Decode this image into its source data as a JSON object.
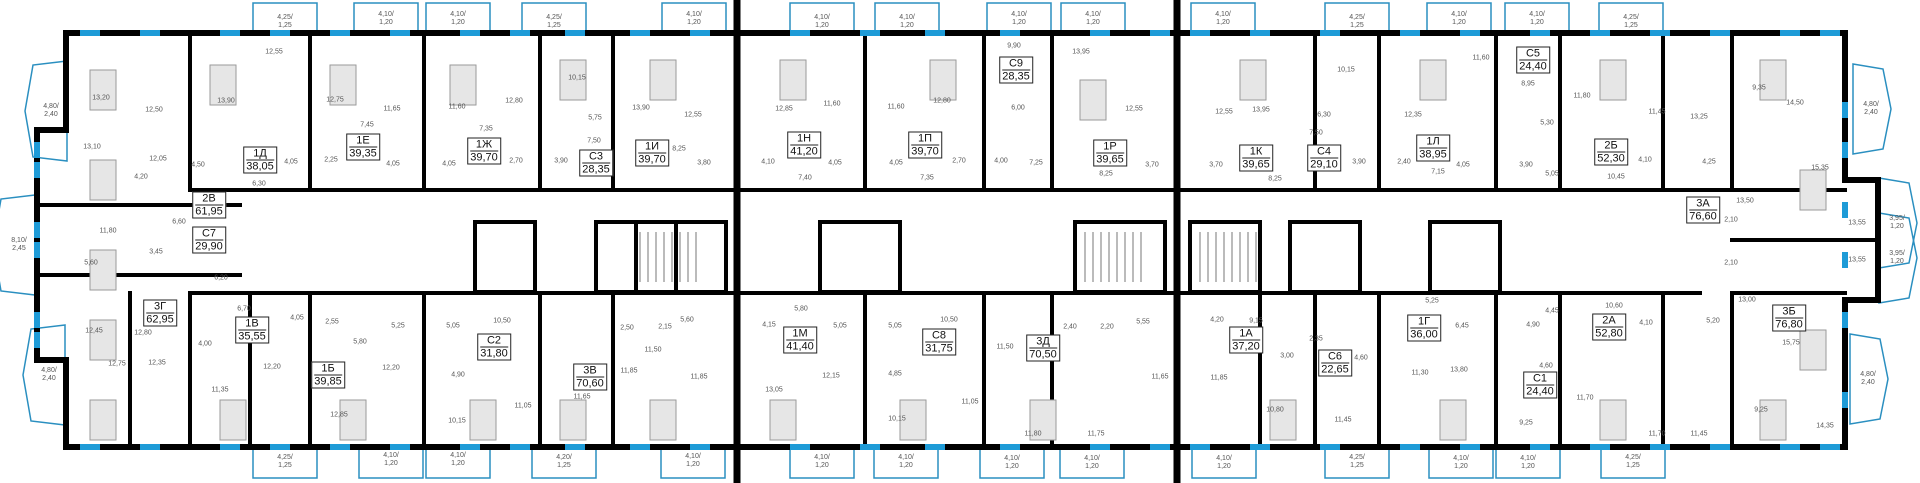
{
  "colors": {
    "wall": "#000000",
    "window": "#1e9bd7",
    "balcony_outline": "#2a8fc0",
    "furniture": "#9a9a9a",
    "label_text": "#111111"
  },
  "apartments": [
    {
      "code": "1Д",
      "area": "38,05"
    },
    {
      "code": "1Е",
      "area": "39,35"
    },
    {
      "code": "1Ж",
      "area": "39,70"
    },
    {
      "code": "С3",
      "area": "28,35"
    },
    {
      "code": "2В",
      "area": "61,95"
    },
    {
      "code": "С7",
      "area": "29,90"
    },
    {
      "code": "3Г",
      "area": "62,95"
    },
    {
      "code": "1В",
      "area": "35,55"
    },
    {
      "code": "1Б",
      "area": "39,85"
    },
    {
      "code": "С2",
      "area": "31,80"
    },
    {
      "code": "3В",
      "area": "70,60"
    },
    {
      "code": "1И",
      "area": "39,70"
    },
    {
      "code": "1Н",
      "area": "41,20"
    },
    {
      "code": "1П",
      "area": "39,70"
    },
    {
      "code": "1М",
      "area": "41,40"
    },
    {
      "code": "С8",
      "area": "31,75"
    },
    {
      "code": "С9",
      "area": "28,35"
    },
    {
      "code": "1Р",
      "area": "39,65"
    },
    {
      "code": "1К",
      "area": "39,65"
    },
    {
      "code": "С4",
      "area": "29,10"
    },
    {
      "code": "1Л",
      "area": "38,95"
    },
    {
      "code": "С5",
      "area": "24,40"
    },
    {
      "code": "2Б",
      "area": "52,30"
    },
    {
      "code": "3А",
      "area": "76,60"
    },
    {
      "code": "3Б",
      "area": "76,80"
    },
    {
      "code": "2А",
      "area": "52,80"
    },
    {
      "code": "1Г",
      "area": "36,00"
    },
    {
      "code": "1А",
      "area": "37,20"
    },
    {
      "code": "С6",
      "area": "22,65"
    },
    {
      "code": "С1",
      "area": "24,40"
    },
    {
      "code": "3Д",
      "area": "70,50"
    }
  ],
  "balconies": [
    {
      "area": "4,80/",
      "width": "2,40"
    },
    {
      "area": "8,10/",
      "width": "2,45"
    },
    {
      "area": "4,80/",
      "width": "2,40"
    },
    {
      "area": "4,25/",
      "width": "1,25"
    },
    {
      "area": "4,10/",
      "width": "1,20"
    },
    {
      "area": "4,10/",
      "width": "1,20"
    },
    {
      "area": "4,25/",
      "width": "1,25"
    },
    {
      "area": "4,25/",
      "width": "1,25"
    },
    {
      "area": "4,10/",
      "width": "1,20"
    },
    {
      "area": "4,10/",
      "width": "1,20"
    },
    {
      "area": "4,20/",
      "width": "1,25"
    },
    {
      "area": "4,10/",
      "width": "1,20"
    },
    {
      "area": "4,10/",
      "width": "1,20"
    },
    {
      "area": "4,10/",
      "width": "1,20"
    },
    {
      "area": "4,10/",
      "width": "1,20"
    },
    {
      "area": "4,10/",
      "width": "1,20"
    },
    {
      "area": "4,10/",
      "width": "1,20"
    },
    {
      "area": "4,10/",
      "width": "1,20"
    },
    {
      "area": "4,10/",
      "width": "1,20"
    },
    {
      "area": "4,10/",
      "width": "1,20"
    },
    {
      "area": "4,25/",
      "width": "1,25"
    },
    {
      "area": "4,10/",
      "width": "1,20"
    },
    {
      "area": "4,10/",
      "width": "1,20"
    },
    {
      "area": "4,25/",
      "width": "1,25"
    },
    {
      "area": "4,80/",
      "width": "2,40"
    },
    {
      "area": "3,95/",
      "width": "1,20"
    },
    {
      "area": "3,95/",
      "width": "1,20"
    },
    {
      "area": "4,80/",
      "width": "2,40"
    },
    {
      "area": "4,10/",
      "width": "1,20"
    },
    {
      "area": "4,10/",
      "width": "1,20"
    },
    {
      "area": "4,10/",
      "width": "1,20"
    },
    {
      "area": "4,25/",
      "width": "1,25"
    },
    {
      "area": "4,10/",
      "width": "1,20"
    },
    {
      "area": "4,10/",
      "width": "1,20"
    },
    {
      "area": "4,25/",
      "width": "1,25"
    }
  ],
  "rooms": [
    "13,20",
    "12,50",
    "13,90",
    "12,55",
    "12,75",
    "11,65",
    "11,60",
    "12,80",
    "10,15",
    "5,75",
    "7,50",
    "7,45",
    "7,35",
    "13,10",
    "12,05",
    "4,20",
    "4,50",
    "6,30",
    "4,05",
    "2,25",
    "4,05",
    "4,05",
    "2,70",
    "3,90",
    "11,80",
    "6,60",
    "3,45",
    "5,60",
    "6,20",
    "6,70",
    "4,05",
    "2,55",
    "5,25",
    "5,05",
    "10,50",
    "12,45",
    "12,80",
    "4,00",
    "5,80",
    "12,75",
    "12,35",
    "12,20",
    "12,20",
    "4,90",
    "11,35",
    "12,85",
    "10,15",
    "11,05",
    "11,65",
    "13,90",
    "12,55",
    "8,25",
    "3,80",
    "12,85",
    "11,60",
    "11,60",
    "12,80",
    "4,10",
    "4,05",
    "4,05",
    "7,40",
    "7,35",
    "2,70",
    "2,50",
    "2,15",
    "5,60",
    "11,50",
    "11,85",
    "11,85",
    "5,80",
    "4,15",
    "5,05",
    "5,05",
    "10,50",
    "12,15",
    "13,05",
    "4,85",
    "10,15",
    "9,90",
    "13,95",
    "6,00",
    "12,55",
    "4,00",
    "7,25",
    "8,25",
    "3,70",
    "12,55",
    "13,95",
    "10,15",
    "6,30",
    "7,50",
    "3,90",
    "3,70",
    "8,25",
    "12,35",
    "11,60",
    "2,40",
    "7,15",
    "4,05",
    "8,95",
    "5,30",
    "3,90",
    "5,05",
    "11,80",
    "11,45",
    "13,25",
    "9,35",
    "14,50",
    "4,10",
    "4,25",
    "10,45",
    "15,35",
    "13,50",
    "2,10",
    "13,55",
    "2,10",
    "13,55",
    "13,00",
    "15,75",
    "10,60",
    "4,10",
    "5,20",
    "4,45",
    "4,90",
    "5,25",
    "6,45",
    "4,20",
    "9,15",
    "2,40",
    "2,20",
    "5,55",
    "11,50",
    "2,35",
    "3,00",
    "4,60",
    "4,60",
    "11,85",
    "11,65",
    "11,30",
    "13,80",
    "11,05",
    "11,80",
    "11,75",
    "10,80",
    "11,45",
    "9,25",
    "11,70",
    "11,70",
    "11,45",
    "9,25",
    "14,35"
  ]
}
